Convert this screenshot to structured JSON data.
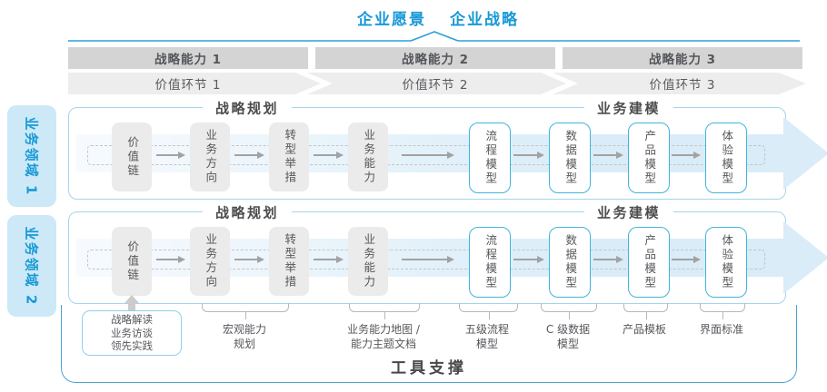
{
  "header": {
    "vision": "企业愿景",
    "strategy": "企业战略"
  },
  "strategic_capabilities": [
    "战略能力 1",
    "战略能力 2",
    "战略能力 3"
  ],
  "value_links": [
    "价值环节 1",
    "价值环节 2",
    "价值环节 3"
  ],
  "business_domains": [
    "业务领域 1",
    "业务领域 2"
  ],
  "panel": {
    "sections": [
      "战略规划",
      "业务建模"
    ],
    "boxes": [
      {
        "label": "价值链",
        "style": "gray"
      },
      {
        "label": "业务方向",
        "style": "gray"
      },
      {
        "label": "转型举措",
        "style": "gray"
      },
      {
        "label": "业务能力",
        "style": "gray"
      },
      {
        "label": "流程模型",
        "style": "cyan"
      },
      {
        "label": "数据模型",
        "style": "cyan"
      },
      {
        "label": "产品模型",
        "style": "cyan"
      },
      {
        "label": "体验模型",
        "style": "cyan"
      }
    ]
  },
  "annotations": {
    "callout": {
      "lines": [
        "战略解读",
        "业务访谈",
        "领先实践"
      ]
    },
    "groups": [
      {
        "lines": [
          "宏观能力",
          "规划"
        ]
      },
      {
        "lines": [
          "业务能力地图 /",
          "能力主题文档"
        ]
      },
      {
        "lines": [
          "五级流程",
          "模型"
        ]
      },
      {
        "lines": [
          "C 级数据",
          "模型"
        ]
      },
      {
        "lines": [
          "产品模板"
        ]
      },
      {
        "lines": [
          "界面标准"
        ]
      }
    ]
  },
  "footer": {
    "label": "工具支撑"
  },
  "colors": {
    "accent_blue": "#1898d6",
    "line_blue": "#2da0da",
    "panel_border": "#a6d4ec",
    "cyan_box_border": "#40b4dc",
    "band_gray": "#d4d4d5",
    "band_light": "#ededee",
    "domain_label_bg": "#cde9f7",
    "container_border": "#4aa2d0",
    "flow_band_blue": "#d9ecf8"
  }
}
